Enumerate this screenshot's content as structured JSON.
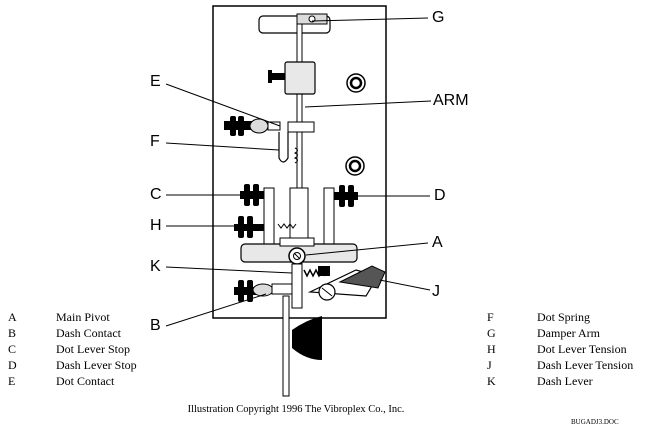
{
  "callouts": {
    "g": "G",
    "e": "E",
    "arm": "ARM",
    "f": "F",
    "c": "C",
    "d": "D",
    "h": "H",
    "a": "A",
    "k": "K",
    "j": "J",
    "b": "B"
  },
  "legend_left": [
    {
      "key": "A",
      "text": "Main Pivot"
    },
    {
      "key": "B",
      "text": "Dash Contact"
    },
    {
      "key": "C",
      "text": "Dot Lever Stop"
    },
    {
      "key": "D",
      "text": "Dash Lever Stop"
    },
    {
      "key": "E",
      "text": "Dot Contact"
    }
  ],
  "legend_right": [
    {
      "key": "F",
      "text": "Dot Spring"
    },
    {
      "key": "G",
      "text": "Damper Arm"
    },
    {
      "key": "H",
      "text": "Dot Lever Tension"
    },
    {
      "key": "J",
      "text": "Dash Lever Tension"
    },
    {
      "key": "K",
      "text": "Dash Lever"
    }
  ],
  "copyright": "Illustration Copyright 1996  The Vibroplex Co., Inc.",
  "filename": "BUGADJ3.DOC"
}
